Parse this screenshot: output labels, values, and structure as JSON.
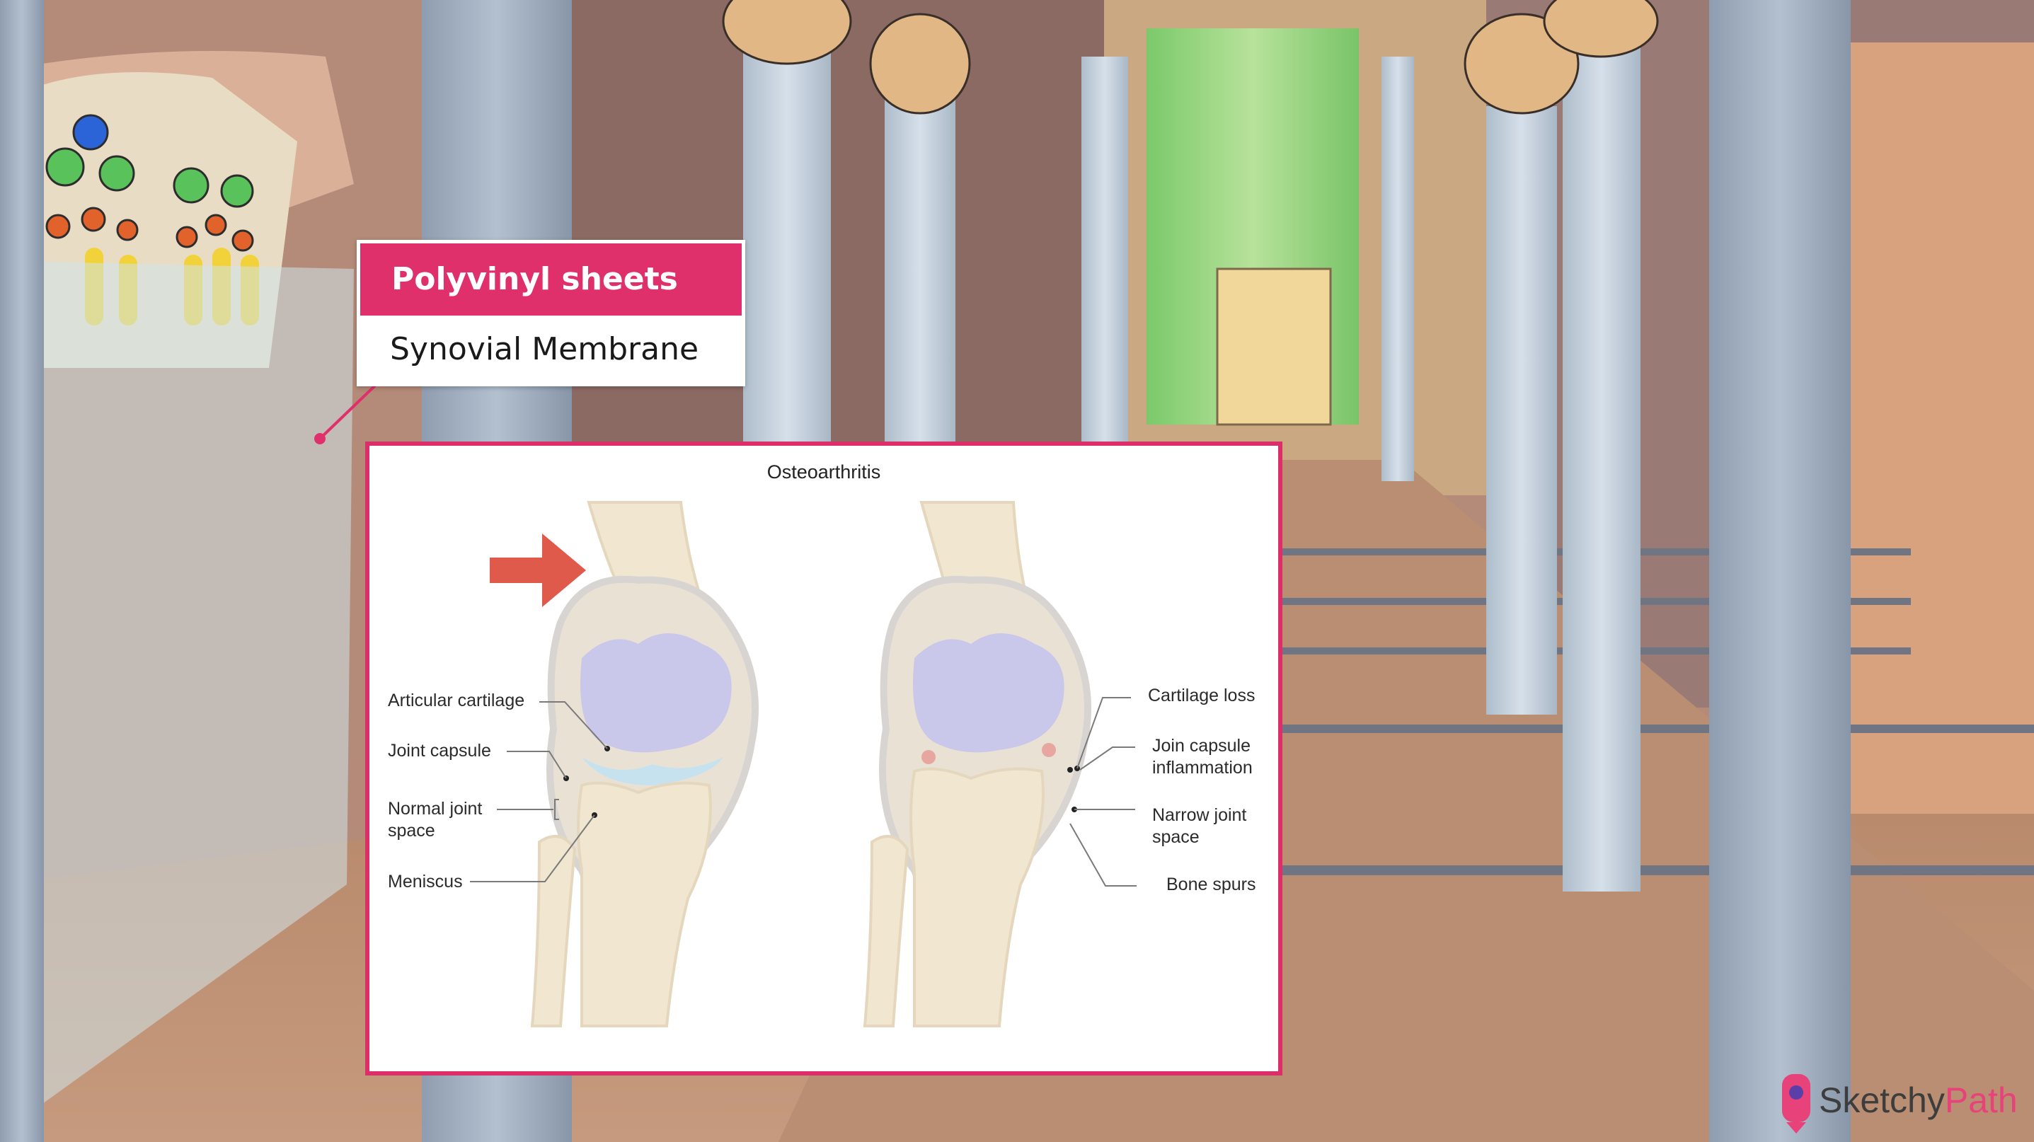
{
  "callout": {
    "title": "Polyvinyl sheets",
    "subtitle": "Synovial Membrane"
  },
  "figure": {
    "title": "Osteoarthritis",
    "left_labels": [
      "Articular cartilage",
      "Joint capsule",
      "Normal joint",
      "space",
      "Meniscus"
    ],
    "right_labels": [
      "Cartilage loss",
      "Join capsule",
      "inflammation",
      "Narrow joint",
      "space",
      "Bone spurs"
    ]
  },
  "logo": {
    "part1": "Sketchy",
    "part2": "Path"
  },
  "colors": {
    "accent": "#e0306b",
    "arrow": "#e05a4c"
  }
}
